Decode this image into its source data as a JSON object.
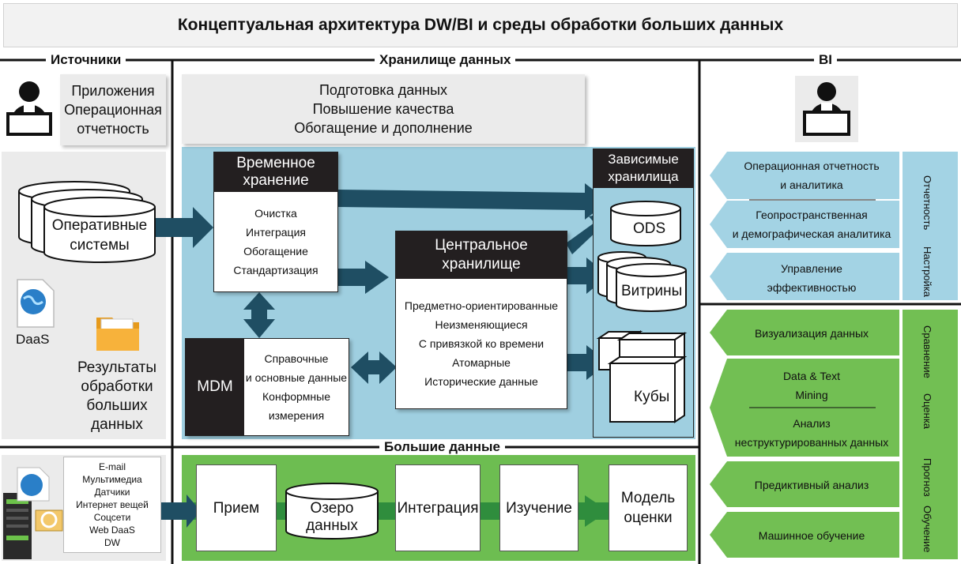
{
  "title": "Концептуальная архитектура DW/BI и среды обработки больших данных",
  "sections": {
    "sources": "Источники",
    "warehouse": "Хранилище данных",
    "bi": "BI",
    "bigdata": "Большие данные"
  },
  "sources": {
    "apps": [
      "Приложения",
      "Операционная",
      "отчетность"
    ],
    "operational": [
      "Оперативные",
      "системы"
    ],
    "daas": "DaaS",
    "results": [
      "Результаты",
      "обработки",
      "больших",
      "данных"
    ],
    "bigdata_list": [
      "E-mail",
      "Мультимедиа",
      "Датчики",
      "Интернет вещей",
      "Соцсети",
      "Web DaaS",
      "DW"
    ]
  },
  "warehouse": {
    "prep": [
      "Подготовка данных",
      "Повышение качества",
      "Обогащение и дополнение"
    ],
    "staging_title": [
      "Временное",
      "хранение"
    ],
    "staging_items": [
      "Очистка",
      "Интеграция",
      "Обогащение",
      "Стандартизация"
    ],
    "mdm_label": "MDM",
    "mdm_items": [
      "Справочные",
      "и основные данные",
      "Конформные",
      "измерения"
    ],
    "central_title": [
      "Центральное",
      "хранилище"
    ],
    "central_items": [
      "Предметно-ориентированные",
      "Неизменяющиеся",
      "С привязкой ко времени",
      "Атомарные",
      "Исторические данные"
    ],
    "dependent_title": [
      "Зависимые",
      "хранилища"
    ],
    "ods": "ODS",
    "marts": "Витрины",
    "cubes": "Кубы"
  },
  "bigdata": {
    "intake": "Прием",
    "lake": [
      "Озеро",
      "данных"
    ],
    "integration": "Интеграция",
    "study": "Изучение",
    "model": [
      "Модель",
      "оценки"
    ]
  },
  "bi": {
    "blue_items": [
      [
        "Операционная отчетность",
        "и аналитика"
      ],
      [
        "Геопространственная",
        "и демографическая аналитика"
      ],
      [
        "Управление",
        "эффективностью"
      ]
    ],
    "blue_side": [
      "Отчетность",
      "Настройка"
    ],
    "green_items": [
      [
        "Визуализация данных"
      ],
      [
        "Data & Text",
        "Mining"
      ],
      [
        "Анализ",
        "неструктурированных данных"
      ],
      [
        "Предиктивный анализ"
      ],
      [
        "Машинное обучение"
      ]
    ],
    "green_side": [
      "Сравнение",
      "Оценка",
      "Прогноз",
      "Обучение"
    ]
  },
  "colors": {
    "arrow": "#1f4e63",
    "blue_panel": "#9fcfe0",
    "green": "#6dbd51",
    "bi_blue": "#a3d3e4",
    "bi_green": "#72bf53"
  }
}
